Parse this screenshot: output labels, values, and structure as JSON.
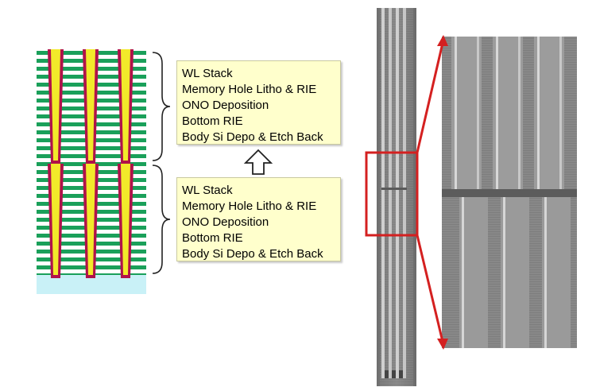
{
  "upper_tier": {
    "steps": [
      "WL Stack",
      "Memory Hole Litho & RIE",
      "ONO Deposition",
      "Bottom RIE",
      "Body Si Depo & Etch Back"
    ]
  },
  "lower_tier": {
    "steps": [
      "WL Stack",
      "Memory Hole Litho & RIE",
      "ONO Deposition",
      "Bottom RIE",
      "Body Si Depo & Etch Back"
    ]
  },
  "colors": {
    "wordline": "#1aa05a",
    "dielectric": "#ffffff",
    "channel_liner": "#b0124a",
    "channel_fill": "#f2ea2a",
    "substrate": "#c9f1f7",
    "step_box_fill": "#ffffcc",
    "zoom_frame": "#d42020"
  },
  "icons": {
    "sequence_arrow": "up-arrow-icon",
    "tier_brace": "right-curly-brace-icon"
  }
}
